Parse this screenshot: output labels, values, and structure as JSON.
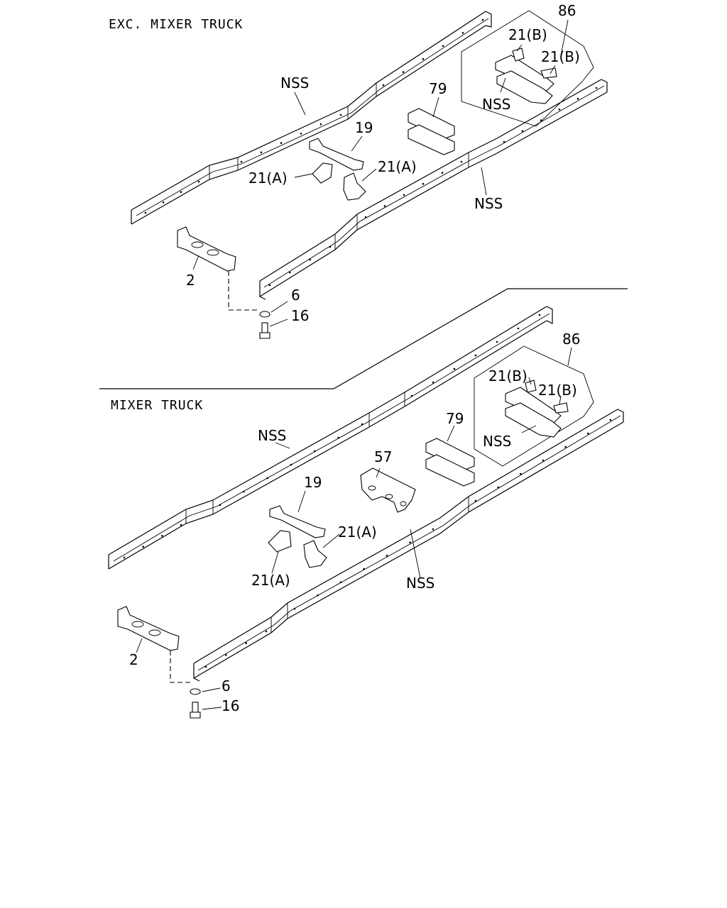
{
  "sections": {
    "upper": {
      "heading": "EXC. MIXER TRUCK",
      "labels": {
        "p86": "86",
        "p21b_1": "21(B)",
        "p21b_2": "21(B)",
        "nss_box": "NSS",
        "nss_left_rail": "NSS",
        "p79": "79",
        "p19": "19",
        "p21a_left": "21(A)",
        "p21a_right": "21(A)",
        "nss_right_rail": "NSS",
        "p2": "2",
        "p6": "6",
        "p16": "16"
      }
    },
    "lower": {
      "heading": "MIXER TRUCK",
      "labels": {
        "p86": "86",
        "p21b_1": "21(B)",
        "p21b_2": "21(B)",
        "nss_box": "NSS",
        "nss_left_rail": "NSS",
        "p79": "79",
        "p57": "57",
        "p19": "19",
        "p21a_right": "21(A)",
        "p21a_left": "21(A)",
        "nss_right_rail": "NSS",
        "p2": "2",
        "p6": "6",
        "p16": "16"
      }
    }
  }
}
